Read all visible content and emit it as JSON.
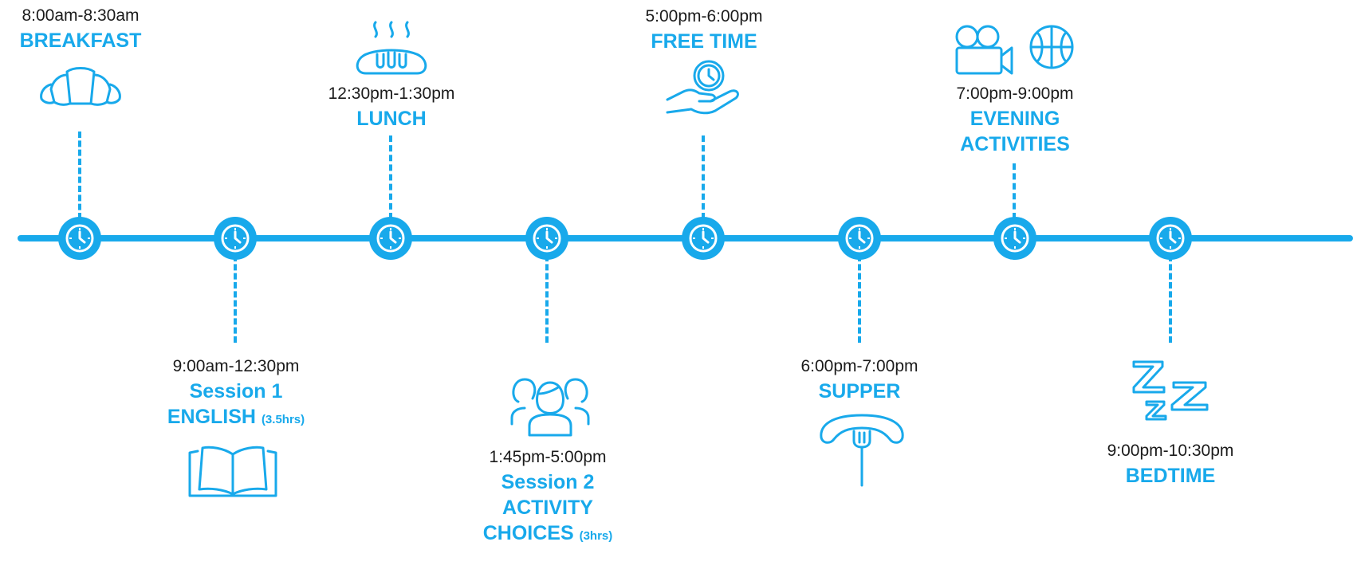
{
  "colors": {
    "accent": "#18a9eb",
    "time_text": "#1b1b1b"
  },
  "events": [
    {
      "time": "8:00am-8:30am",
      "title": "BREAKFAST",
      "icon": "croissant-icon"
    },
    {
      "time": "9:00am-12:30pm",
      "title_line1": "Session 1",
      "title_line2": "ENGLISH",
      "note": "(3.5hrs)",
      "icon": "open-book-icon"
    },
    {
      "time": "12:30pm-1:30pm",
      "title": "LUNCH",
      "icon": "steaming-bread-icon"
    },
    {
      "time": "1:45pm-5:00pm",
      "title_line1": "Session 2",
      "title_line2": "ACTIVITY",
      "title_line3": "CHOICES",
      "note": "(3hrs)",
      "icon": "group-of-people-icon"
    },
    {
      "time": "5:00pm-6:00pm",
      "title": "FREE TIME",
      "icon": "hand-holding-clock-icon"
    },
    {
      "time": "6:00pm-7:00pm",
      "title": "SUPPER",
      "icon": "sausage-on-fork-icon"
    },
    {
      "time": "7:00pm-9:00pm",
      "title_line1": "EVENING",
      "title_line2": "ACTIVITIES",
      "icon": "movie-camera-and-basketball-icon"
    },
    {
      "time": "9:00pm-10:30pm",
      "title": "BEDTIME",
      "icon": "sleep-zzz-icon"
    }
  ]
}
